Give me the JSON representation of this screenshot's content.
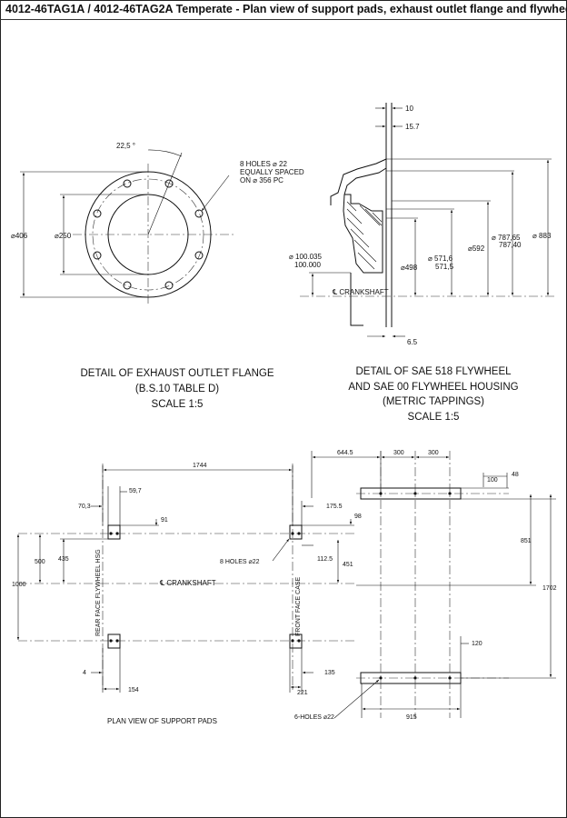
{
  "header": {
    "title": "4012-46TAG1A / 4012-46TAG2A Temperate - Plan view of support pads, exhaust outlet flange and flywheel"
  },
  "flange": {
    "angle_label": "22,5 °",
    "holes_label_1": "8 HOLES      ⌀ 22",
    "holes_label_2": "EQUALLY SPACED",
    "holes_label_3": "ON   ⌀ 356 PC",
    "outer_dia": "⌀406",
    "inner_dia": "⌀250",
    "caption_1": "DETAIL OF EXHAUST OUTLET FLANGE",
    "caption_2": "(B.S.10 TABLE D)",
    "caption_3": "SCALE  1:5"
  },
  "flywheel": {
    "dim_10": "10",
    "dim_15_7": "15.7",
    "dim_100_1": "⌀ 100.035",
    "dim_100_2": "100.000",
    "dim_498": "⌀498",
    "dim_571_1": "⌀ 571,6",
    "dim_571_2": "571,5",
    "dim_592": "⌀592",
    "dim_787_1": "⌀ 787,65",
    "dim_787_2": "787,40",
    "dim_883": "⌀ 883",
    "crankshaft": "℄ CRANKSHAFT",
    "dim_6_5": "6.5",
    "caption_1": "DETAIL OF SAE 518 FLYWHEEL",
    "caption_2": "AND SAE 00 FLYWHEEL HOUSING",
    "caption_3": "(METRIC TAPPINGS)",
    "caption_4": "SCALE 1:5"
  },
  "plan": {
    "d1744": "1744",
    "d59_7": "59,7",
    "d70_3": "70,3",
    "d91": "91",
    "d500": "500",
    "d435": "435",
    "d1000": "1000",
    "holes8": "8 HOLES       ⌀22",
    "d175_5": "175.5",
    "d98": "98",
    "d112_5": "112.5",
    "d451": "451",
    "crankshaft": "℄ CRANKSHAFT",
    "rear_face": "REAR FACE FLYWHEEL HSG",
    "front_face": "FRONT FACE CASE",
    "d4": "4",
    "d154": "154",
    "d221": "221",
    "d135": "135",
    "caption": "PLAN VIEW OF SUPPORT PADS",
    "d644_5": "644.5",
    "d300a": "300",
    "d300b": "300",
    "d100": "100",
    "d48": "48",
    "d851": "851",
    "d1702": "1702",
    "d120": "120",
    "holes6": "6-HOLES ⌀22",
    "d915": "915"
  }
}
